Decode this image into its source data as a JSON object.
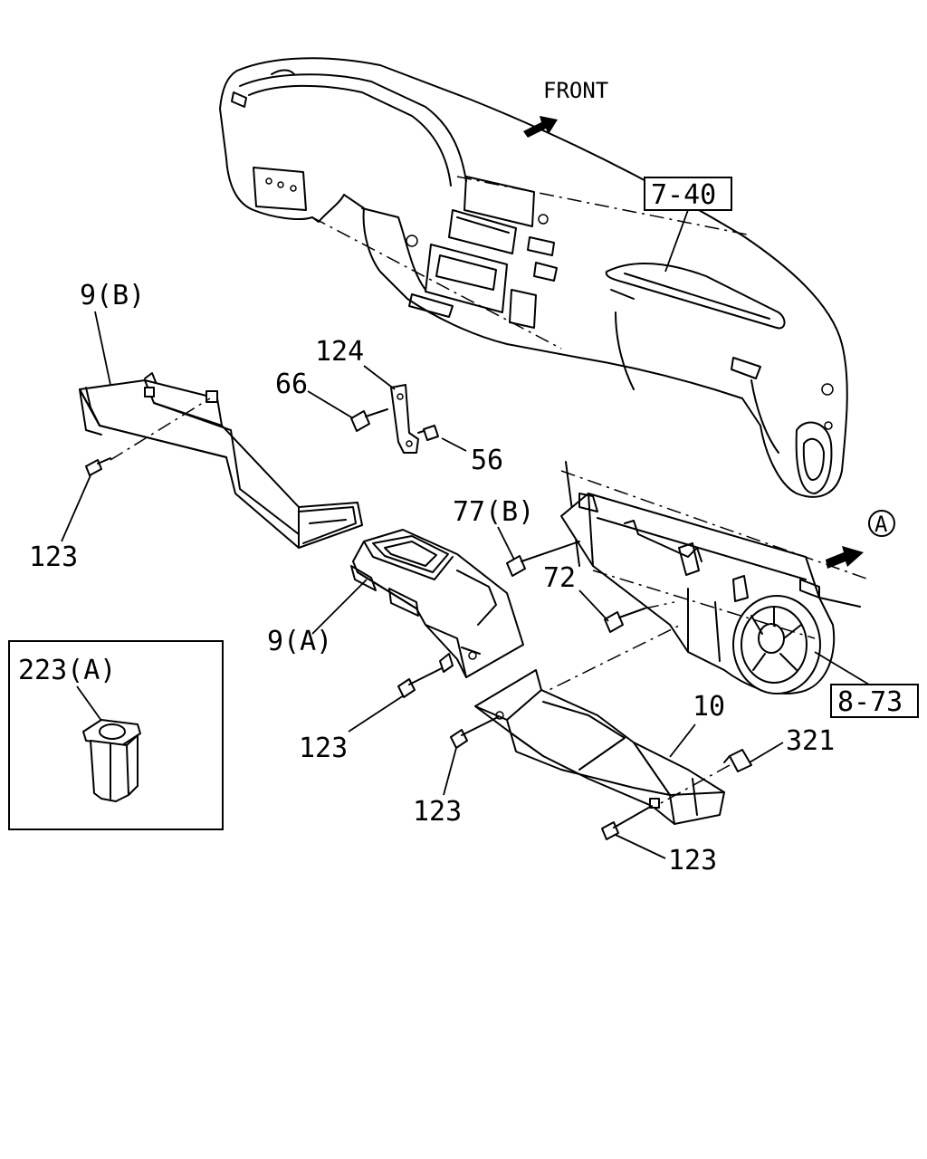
{
  "direction_label": "FRONT",
  "view_marker": "A",
  "ref_boxes": [
    {
      "id": "ref-7-40",
      "text": "7-40"
    },
    {
      "id": "ref-8-73",
      "text": "8-73"
    }
  ],
  "parts": [
    {
      "id": "part-9b",
      "text": "9(B)"
    },
    {
      "id": "part-124",
      "text": "124"
    },
    {
      "id": "part-66",
      "text": "66"
    },
    {
      "id": "part-56",
      "text": "56"
    },
    {
      "id": "part-77b",
      "text": "77(B)"
    },
    {
      "id": "part-72",
      "text": "72"
    },
    {
      "id": "part-9a",
      "text": "9(A)"
    },
    {
      "id": "part-10",
      "text": "10"
    },
    {
      "id": "part-321",
      "text": "321"
    },
    {
      "id": "part-123-a",
      "text": "123"
    },
    {
      "id": "part-123-b",
      "text": "123"
    },
    {
      "id": "part-123-c",
      "text": "123"
    },
    {
      "id": "part-123-d",
      "text": "123"
    }
  ],
  "inset": {
    "label": "223(A)"
  }
}
